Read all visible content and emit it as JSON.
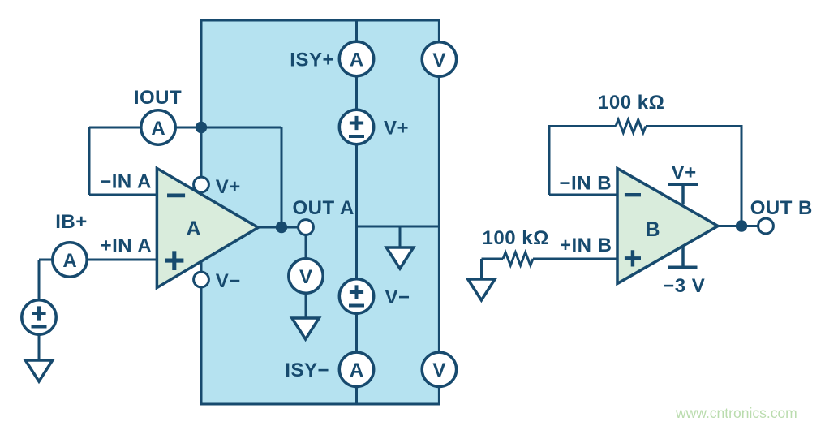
{
  "colors": {
    "line": "#174a6e",
    "box_fill": "#b5e2f0",
    "opamp_fill": "#d9ecdc",
    "watermark": "#badcae",
    "background": "#ffffff"
  },
  "meters": {
    "ammeter": "A",
    "voltmeter": "V"
  },
  "circuit_a": {
    "opamp_label": "A",
    "inverting_marker": "−",
    "noninverting_marker": "+",
    "iout_label": "IOUT",
    "ib_label": "IB+",
    "neg_input_label": "−IN A",
    "pos_input_label": "+IN A",
    "vplus_pin_label": "V+",
    "vminus_pin_label": "V−",
    "out_label": "OUT A",
    "isy_plus_label": "ISY+",
    "isy_minus_label": "ISY−",
    "vplus_supply_label": "V+",
    "vminus_supply_label": "V−"
  },
  "circuit_b": {
    "opamp_label": "B",
    "inverting_marker": "−",
    "noninverting_marker": "+",
    "feedback_resistor_label": "100 kΩ",
    "input_resistor_label": "100 kΩ",
    "neg_input_label": "−IN B",
    "pos_input_label": "+IN B",
    "vplus_supply_label": "V+",
    "vminus_supply_label": "−3 V",
    "out_label": "OUT B"
  },
  "watermark": {
    "text": "www.cntronics.com"
  }
}
